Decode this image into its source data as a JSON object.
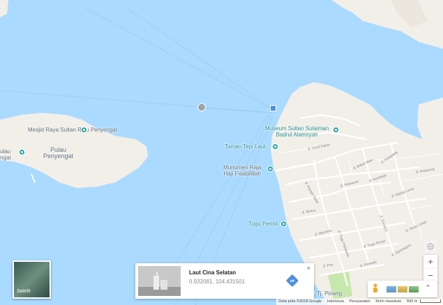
{
  "map": {
    "colors": {
      "water": "#aadaff",
      "land": "#f2efe9",
      "road": "#ffffff",
      "park": "#c7e8ac"
    },
    "labels": {
      "mesjid": "Mesjid Raya Sultan\nRiau Penyengat",
      "pulau_penyengat": "Pulau\nPenyengat",
      "pulau_left": "ulau\nngat",
      "museum": "Museum Sultan Sulaiman\nBadrul Alamsyah",
      "taman": "Taman Tepi Laut",
      "monumen": "Monumen Raja\nHaji Fisabilillah",
      "tugu": "Tugu Pensil",
      "tpinang": "Tj. Pinang"
    },
    "roads": [
      "Jl. Yusuf Kahar",
      "Jl. Bakar Batu",
      "Jl. Kemboja",
      "Jl. Ketapang",
      "Jl. Rawasari",
      "Jl. Ramah Sekti",
      "Jl. Tugu Pahlawan",
      "Jl. Sunaryo",
      "Jl. Kijang Lama",
      "Jl. Bintan",
      "Jl. Merdeka",
      "Jl. Teuku Umar",
      "Jl. Tugu Pensil",
      "Jl. Pos",
      "Jl. Ketapang",
      "Jl. Pemuda",
      "Jl. Diponegoro"
    ],
    "icons": [
      "poi-pin-icon",
      "ferry-icon",
      "compass-pin-icon"
    ]
  },
  "satellite": {
    "label": "Satelit"
  },
  "info_card": {
    "title": "Laut Cina Selatan",
    "coordinates": "0.932081, 104.431501",
    "close": "×",
    "directions_icon": "directions-icon"
  },
  "controls": {
    "zoom_in": "+",
    "zoom_out": "−",
    "expand": "⌃"
  },
  "footer": {
    "data": "Data peta ©2018 Google",
    "country": "Indonesia",
    "terms": "Persyaratan",
    "feedback": "Kirim masukan",
    "scale": "500 m"
  }
}
